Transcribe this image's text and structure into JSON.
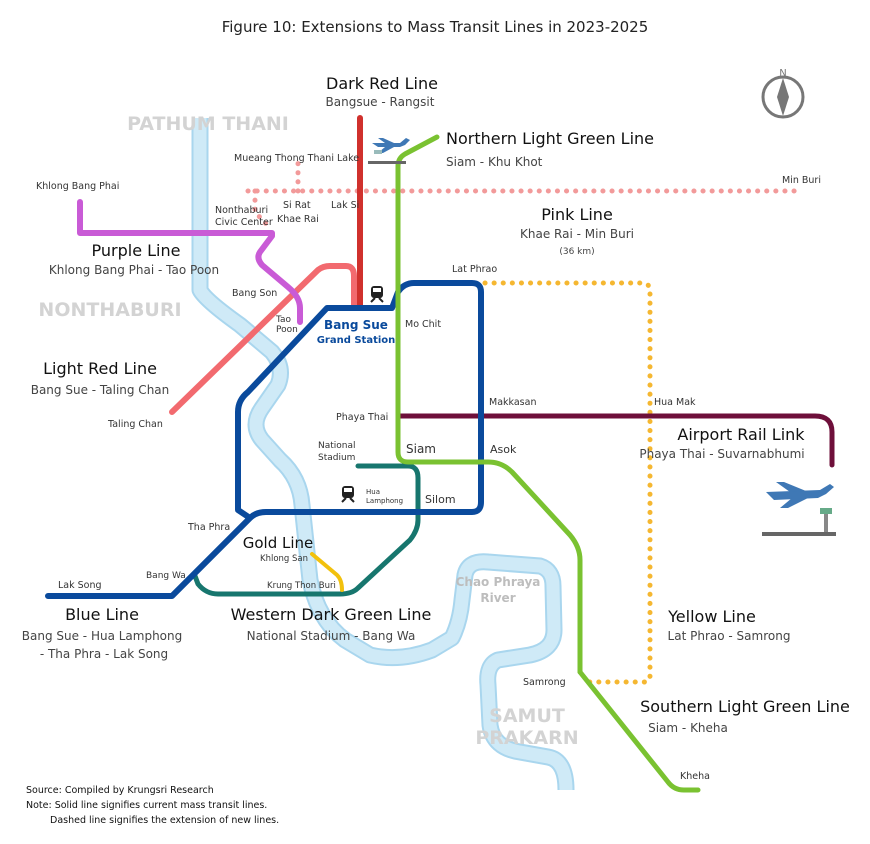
{
  "title": "Figure 10:  Extensions to Mass Transit Lines in 2023-2025",
  "footnotes": {
    "source": "Source: Compiled by Krungsri Research",
    "note1": "Note: Solid line signifies current mass transit lines.",
    "note2": "Dashed line signifies the extension of new lines."
  },
  "compass": {
    "label": "N"
  },
  "regions": {
    "pathum_thani": "PATHUM THANI",
    "nonthaburi": "NONTHABURI",
    "samut_prakarn_1": "SAMUT",
    "samut_prakarn_2": "PRAKARN",
    "river_1": "Chao Phraya",
    "river_2": "River"
  },
  "lines": {
    "dark_red": {
      "name": "Dark Red Line",
      "route": "Bangsue - Rangsit",
      "color": "#d0312d"
    },
    "n_green": {
      "name": "Northern Light Green Line",
      "route": "Siam - Khu Khot",
      "color": "#7ac231"
    },
    "pink": {
      "name": "Pink Line",
      "route": "Khae Rai - Min Buri",
      "length": "(36 km)",
      "color": "#f29a9a"
    },
    "purple": {
      "name": "Purple Line",
      "route": "Khlong Bang Phai - Tao Poon",
      "color": "#c95bd6"
    },
    "light_red": {
      "name": "Light Red Line",
      "route": "Bang Sue - Taling Chan",
      "color": "#f26a6f"
    },
    "airport": {
      "name": "Airport Rail Link",
      "route": "Phaya Thai - Suvarnabhumi",
      "color": "#6e0f3a"
    },
    "gold": {
      "name": "Gold Line",
      "color": "#f2c10d"
    },
    "western": {
      "name": "Western Dark Green Line",
      "route": "National Stadium - Bang Wa",
      "color": "#17766e"
    },
    "blue": {
      "name": "Blue Line",
      "route1": "Bang Sue - Hua Lamphong",
      "route2": "- Tha Phra - Lak Song",
      "color": "#0a4a9c"
    },
    "yellow": {
      "name": "Yellow Line",
      "route": "Lat Phrao - Samrong",
      "color": "#f5b731"
    },
    "s_green": {
      "name": "Southern Light Green Line",
      "route": "Siam - Kheha",
      "color": "#7ac231"
    }
  },
  "river_color": "#cfeaf7",
  "stations": {
    "mueang_thong": "Mueang Thong Thani Lake",
    "khlong_bang_phai": "Khlong Bang Phai",
    "nonthaburi_1": "Nonthaburi",
    "nonthaburi_2": "Civic Center",
    "si_rat": "Si Rat",
    "khae_rai": "Khae Rai",
    "lak_si": "Lak Si",
    "min_buri": "Min Buri",
    "lat_phrao": "Lat Phrao",
    "bang_son": "Bang Son",
    "tao_poon_1": "Tao",
    "tao_poon_2": "Poon",
    "bang_sue_1": "Bang Sue",
    "bang_sue_2": "Grand Station",
    "mo_chit": "Mo Chit",
    "phaya_thai": "Phaya Thai",
    "makkasan": "Makkasan",
    "hua_mak": "Hua Mak",
    "taling_chan": "Taling Chan",
    "national_stadium_1": "National",
    "national_stadium_2": "Stadium",
    "siam": "Siam",
    "asok": "Asok",
    "hua_lamphong_1": "Hua",
    "hua_lamphong_2": "Lamphong",
    "silom": "Silom",
    "tha_phra": "Tha Phra",
    "khlong_san": "Khlong San",
    "krung_thon_buri": "Krung Thon Buri",
    "bang_wa": "Bang Wa",
    "lak_song": "Lak Song",
    "samrong": "Samrong",
    "kheha": "Kheha"
  }
}
